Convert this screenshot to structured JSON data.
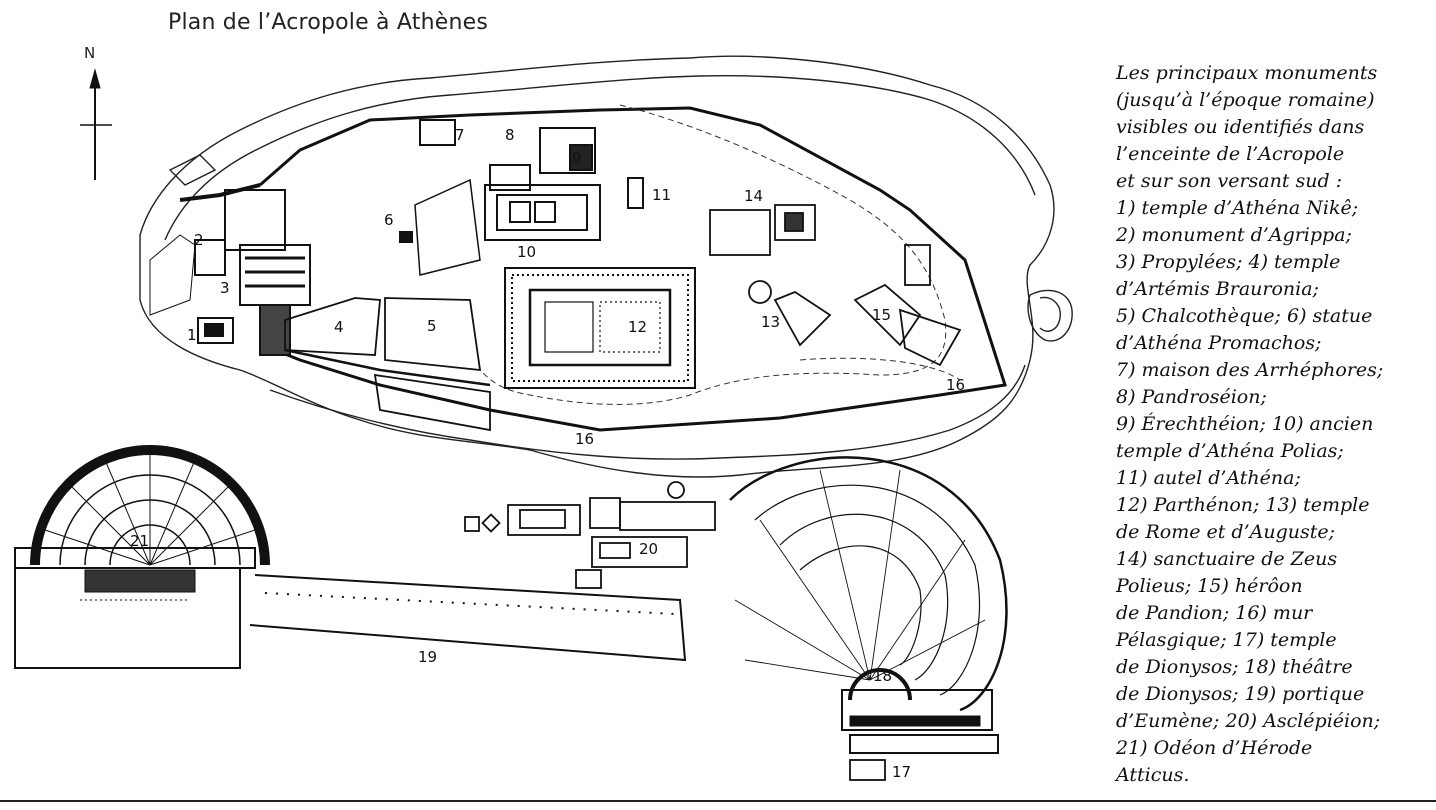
{
  "title": "Plan de l’Acropole à Athènes",
  "north_label": "N",
  "labels": {
    "n1": "1",
    "n2": "2",
    "n3": "3",
    "n4": "4",
    "n5": "5",
    "n6": "6",
    "n7": "7",
    "n8": "8",
    "n9": "9",
    "n10": "10",
    "n11": "11",
    "n12": "12",
    "n13": "13",
    "n14": "14",
    "n15": "15",
    "n16a": "16",
    "n16b": "16",
    "n17": "17",
    "n18": "18",
    "n19": "19",
    "n20": "20",
    "n21": "21"
  },
  "legend_lines": [
    "Les principaux monuments",
    "(jusqu’à l’époque romaine)",
    "visibles ou identifiés dans",
    "l’enceinte de l’Acropole",
    "et sur son versant sud :",
    "1) temple d’Athéna Nikê;",
    "2) monument d’Agrippa;",
    "3) Propylées; 4) temple",
    "d’Artémis Brauronia;",
    "5) Chalcothèque; 6) statue",
    "d’Athéna Promachos;",
    "7) maison des Arrhéphores;",
    "8) Pandroséion;",
    "9) Érechthéion; 10) ancien",
    "temple d’Athéna Polias;",
    "11) autel d’Athéna;",
    "12) Parthénon; 13) temple",
    "de Rome et d’Auguste;",
    "14) sanctuaire de Zeus",
    "Polieus; 15) hérôon",
    "de Pandion; 16) mur",
    "Pélasgique; 17) temple",
    "de Dionysos; 18) théâtre",
    "de Dionysos; 19) portique",
    "d’Eumène; 20) Asclépiéion;",
    "21) Odéon d’Hérode",
    "Atticus."
  ]
}
